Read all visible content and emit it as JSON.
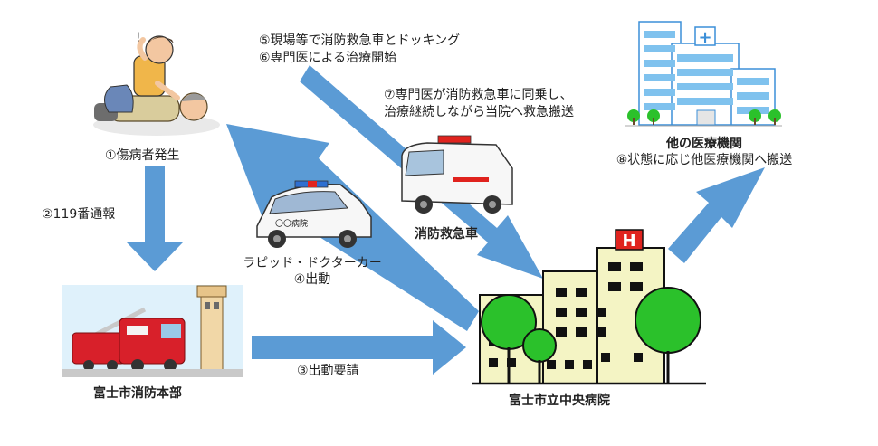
{
  "nodes": {
    "patient_label": "①傷病者発生",
    "fire_hq_label": "富士市消防本部",
    "hospital_label": "富士市立中央病院",
    "ambulance_label": "消防救急車",
    "rapid_car_name": "ラピッド・ドクターカー",
    "rapid_car_step": "④出動",
    "other_med_title": "他の医療機関",
    "other_med_step": "⑧状態に応じ他医療機関へ搬送"
  },
  "steps": {
    "call_119": "②119番通報",
    "dispatch_request": "③出動要請",
    "docking": "⑤現場等で消防救急車とドッキング",
    "treatment_start": "⑥専門医による治療開始",
    "ride_along_line1": "⑦専門医が消防救急車に同乗し、",
    "ride_along_line2": "治療継続しながら当院へ救急搬送"
  },
  "marks": {
    "hospital_sign": "H",
    "cross_sign": "+",
    "car_door_text": "〇〇病院"
  },
  "colors": {
    "arrow": "#5b9bd5",
    "tree": "#2bc12b",
    "building": "#f4f4c4",
    "hospital_mark": "#e0231e",
    "fire_truck": "#d8202a",
    "other_building": "#7fc2ee"
  }
}
